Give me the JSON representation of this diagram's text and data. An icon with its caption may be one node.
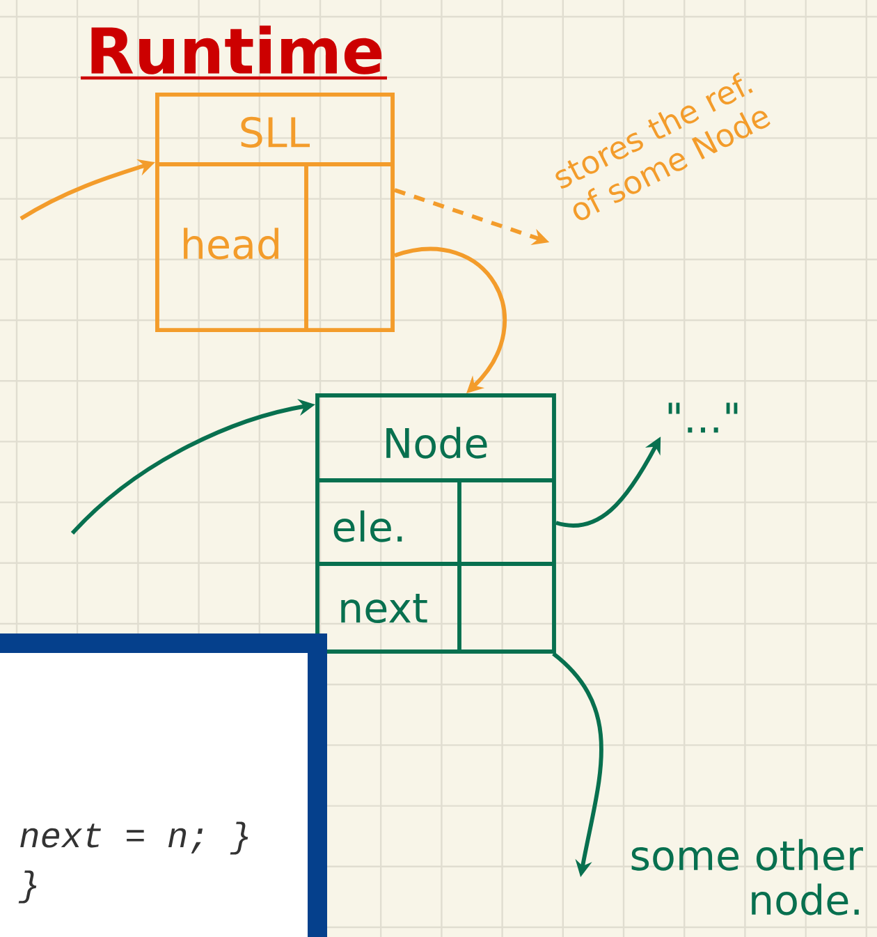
{
  "diagram": {
    "title": "Runtime",
    "nodes": [
      {
        "text": [
          "SLL",
          "head"
        ]
      },
      {
        "text": [
          "stores the ref. of some Node"
        ]
      },
      {
        "text": [
          "Node",
          "ele.",
          "next"
        ]
      },
      {
        "text": [
          "\"...\""
        ]
      },
      {
        "text": [
          "some other node."
        ]
      },
      {
        "text": [
          "next = n; }",
          "}"
        ]
      }
    ],
    "edges": [
      {
        "from": null,
        "to": 0,
        "arrow": "to",
        "color": "#f39c2b"
      },
      {
        "from": 0,
        "to": 1,
        "arrow": "to",
        "style": "dashed",
        "color": "#f39c2b"
      },
      {
        "from": 0,
        "to": 2,
        "arrow": "to",
        "color": "#f39c2b"
      },
      {
        "from": null,
        "to": 2,
        "arrow": "to",
        "color": "#08704f"
      },
      {
        "from": 2,
        "to": 3,
        "arrow": "to",
        "color": "#08704f"
      },
      {
        "from": 2,
        "to": 4,
        "arrow": "to",
        "color": "#08704f"
      }
    ]
  }
}
